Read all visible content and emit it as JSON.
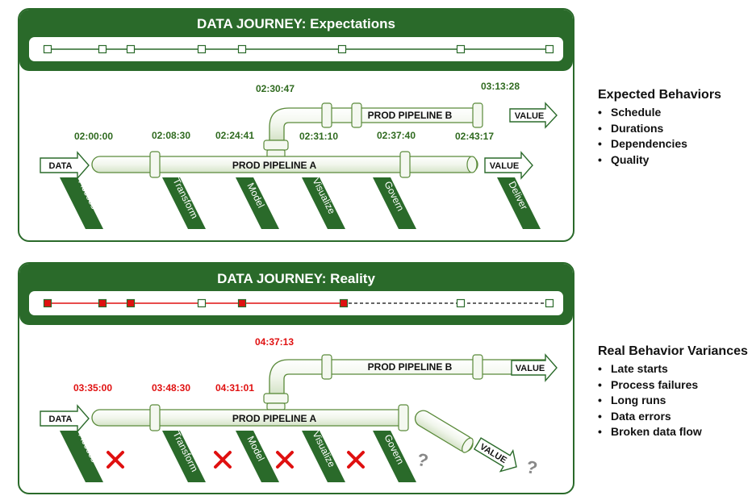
{
  "expectations": {
    "title": "DATA JOURNEY: Expectations",
    "timestamps": [
      "02:30:47",
      "03:13:28",
      "02:00:00",
      "02:08:30",
      "02:24:41",
      "02:31:10",
      "02:37:40",
      "02:43:17"
    ],
    "pipeline_a": "PROD PIPELINE A",
    "pipeline_b": "PROD PIPELINE B",
    "data_label": "DATA",
    "value_label": "VALUE",
    "stages": [
      "Access",
      "Transform",
      "Model",
      "Visualize",
      "Govern",
      "Deliver"
    ]
  },
  "reality": {
    "title": "DATA JOURNEY: Reality",
    "timestamps": [
      "04:37:13",
      "03:35:00",
      "03:48:30",
      "04:31:01"
    ],
    "pipeline_a": "PROD PIPELINE A",
    "pipeline_b": "PROD PIPELINE B",
    "data_label": "DATA",
    "value_label": "VALUE",
    "stages": [
      "Access",
      "Transform",
      "Model",
      "Visualize",
      "Govern"
    ],
    "unknown_marker": "?"
  },
  "expected_behaviors": {
    "title": "Expected Behaviors",
    "items": [
      "Schedule",
      "Durations",
      "Dependencies",
      "Quality"
    ]
  },
  "real_variances": {
    "title": "Real Behavior Variances",
    "items": [
      "Late starts",
      "Process failures",
      "Long runs",
      "Data errors",
      "Broken data flow"
    ]
  },
  "colors": {
    "brand_green": "#2a6a2a",
    "timestamp_green": "#2f6a1f",
    "error_red": "#e01010",
    "pipe_fill": "#f4f8f0",
    "pipe_stroke": "#5a8a3a"
  }
}
